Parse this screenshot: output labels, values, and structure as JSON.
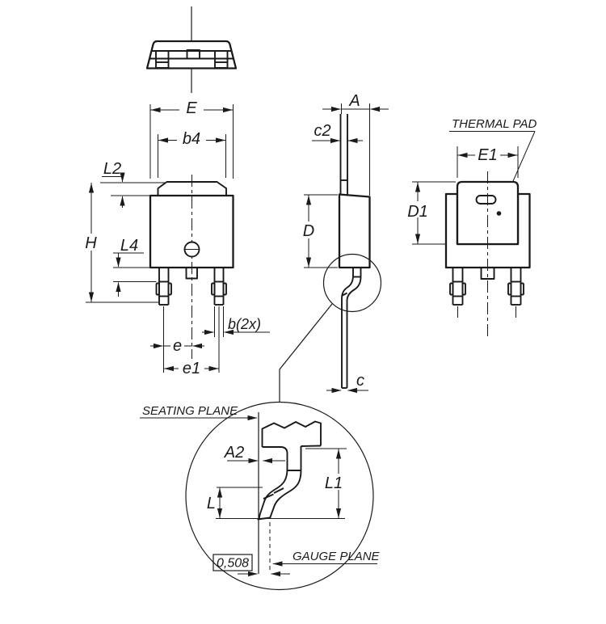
{
  "drawing_type": "mechanical-package-outline",
  "colors": {
    "line": "#1a1a1a",
    "background": "#ffffff"
  },
  "labels": {
    "E": "E",
    "b4": "b4",
    "L2": "L2",
    "H": "H",
    "L4": "L4",
    "e": "e",
    "e1": "e1",
    "b_2x": "b(2x)",
    "A": "A",
    "c2": "c2",
    "D": "D",
    "c": "c",
    "thermal_pad": "THERMAL PAD",
    "E1": "E1",
    "D1": "D1",
    "seating_plane": "SEATING PLANE",
    "A2": "A2",
    "L": "L",
    "L1": "L1",
    "gauge_offset": "0,508",
    "gauge_plane": "GAUGE PLANE"
  }
}
